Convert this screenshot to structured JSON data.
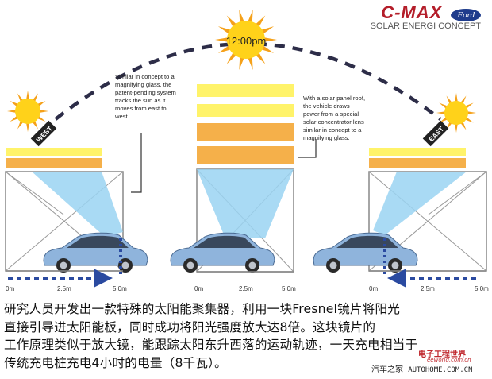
{
  "brand": {
    "logo": "C-MAX",
    "ford": "Ford",
    "subtitle": "SOLAR ENERGI CONCEPT"
  },
  "time_label": "12:00pm",
  "west_label": "WEST",
  "east_label": "EAST",
  "note_left": [
    "Similar in concept to a",
    "magnifying glass, the",
    "patent-pending system",
    "tracks the sun as it",
    "moves from east to",
    "west."
  ],
  "note_right": [
    "With a solar panel roof,",
    "the vehicle draws",
    "power from a special",
    "solar concentrator lens",
    "similar in concept to a",
    "magnifying glass."
  ],
  "scale_start": "0m",
  "scale_mid": "2.5m",
  "scale_end": "5.0m",
  "caption": [
    "研究人员开发出一款特殊的太阳能聚集器，利用一块Fresnel镜片将阳光",
    "直接引导进太阳能板，同时成功将阳光强度放大达8倍。这块镜片的",
    "工作原理类似于放大镜，能跟踪太阳东升西落的运动轨迹，一天充电相当于",
    "传统充电桩充电4小时的电量（8千瓦）。"
  ],
  "watermark": {
    "left": "汽车之家",
    "right": "AUTOHOME.COM.CN",
    "cn": "电子工程世界",
    "en": "eeworld.com.cn"
  },
  "colors": {
    "sun": "#ffd21a",
    "ray": "#f5a11a",
    "beam": "#9ad3f2",
    "stripe_yellow": "#fff36a",
    "stripe_orange": "#f5b04a",
    "car": "#8fb4dc",
    "arrow": "#2a4aa0"
  }
}
